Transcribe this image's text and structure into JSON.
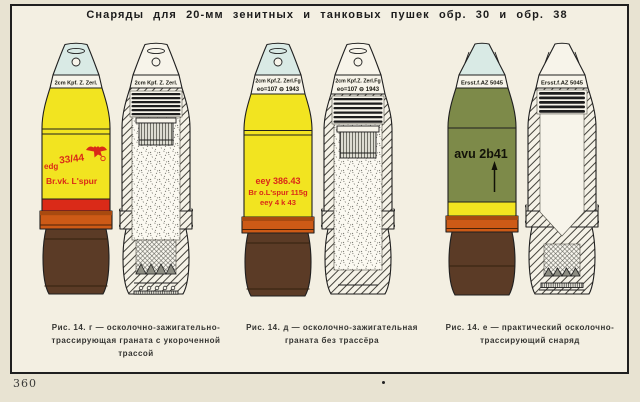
{
  "title": "Снаряды для 20-мм зенитных и танковых пушек обр. 30 и обр. 38",
  "page_number": "360",
  "colors": {
    "background": "#e8e3d2",
    "paper": "#f3efe2",
    "paper_light": "#f7f4ea",
    "ink": "#1f1f1f",
    "shell_yellow": "#f2e420",
    "nose_blue": "#d9eae5",
    "marking_red": "#da2a18",
    "band_orange": "#cd5a16",
    "band_orange_dark": "#a84a10",
    "tracer_brown": "#5b3b26",
    "brown_line": "#33200f",
    "body_olive": "#7d8a49"
  },
  "shells": [
    {
      "name": "he-incendiary-tracer-external",
      "nose_band": "2cm Kpf. Z. Zerl.",
      "mark_mfr": "edg",
      "mark_lot": "33/44",
      "mark_type": "Br.vk. L'spur",
      "emblem": "eagle-waffenamt"
    },
    {
      "name": "he-incendiary-tracer-section",
      "nose_band": "2cm Kpf. Z. Zerl."
    },
    {
      "name": "he-incendiary-external",
      "nose_band_line1": "2cm Kpf.Z. Zerl.Fg",
      "nose_band_line2": "eo=107 ⊖ 1943",
      "mark_line1": "eey 386.43",
      "mark_line2": "Br o.L'spur 115g",
      "mark_line3": "eey 4 k 43"
    },
    {
      "name": "he-incendiary-section",
      "nose_band_line1": "2cm Kpf.Z. Zerl.Fg",
      "nose_band_line2": "eo=107 ⊖ 1943"
    },
    {
      "name": "practice-tracer-external",
      "nose_band": "Ersst.f.AZ 5045",
      "mark": "avu 2b41"
    },
    {
      "name": "practice-tracer-section",
      "nose_band": "Ersst.f.AZ 5045"
    }
  ],
  "captions": [
    {
      "fig": "Рис. 14.",
      "text": "г — осколочно-зажигательно-трассирующая граната с укороченной трассой"
    },
    {
      "fig": "Рис. 14.",
      "text": "д — осколочно-зажигательная граната без трассёра"
    },
    {
      "fig": "Рис. 14.",
      "text": "е — практический осколочно-трассирующий снаряд"
    }
  ]
}
